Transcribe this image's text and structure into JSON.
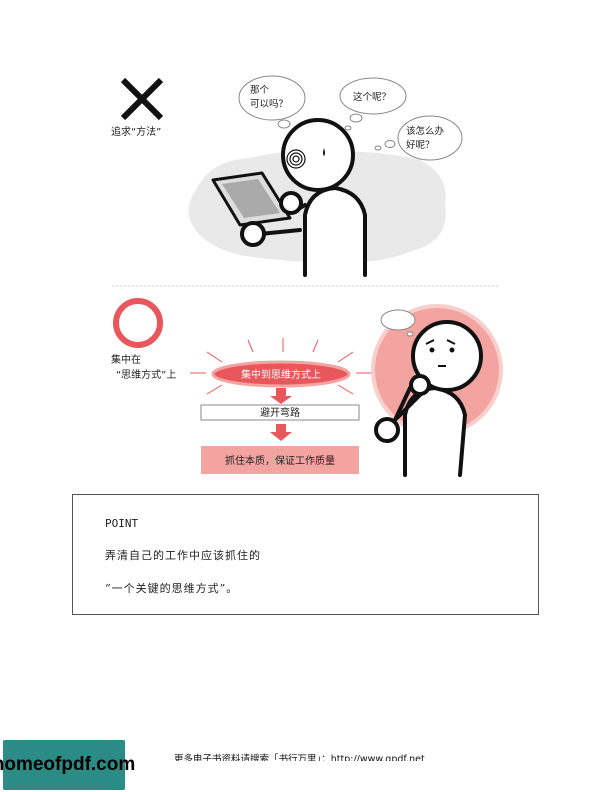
{
  "top_panel": {
    "wrong_caption": "追求“方法”",
    "bubbles": [
      {
        "line1": "那个",
        "line2": "可以吗？"
      },
      {
        "line1": "这个呢？",
        "line2": ""
      },
      {
        "line1": "该怎么办",
        "line2": "好呢？"
      }
    ]
  },
  "bottom_panel": {
    "right_caption_line1": "集中在",
    "right_caption_line2": "“思维方式”上",
    "focus_label": "集中到思维方式上",
    "avoid_label": "避开弯路",
    "result_label": "抓住本质，保证工作质量"
  },
  "point": {
    "title": "POINT",
    "line1": "弄清自己的工作中应该抓住的",
    "line2": "“一个关键的思维方式”。"
  },
  "footer": {
    "text": "更多电子书资料请搜索「书行万里」：http://www.gpdf.net"
  },
  "logo": {
    "text": "homeofpdf.com"
  },
  "colors": {
    "accent": "#e8575c",
    "accent_light": "#f3a3a0",
    "logo_bg": "#2b8c85"
  }
}
